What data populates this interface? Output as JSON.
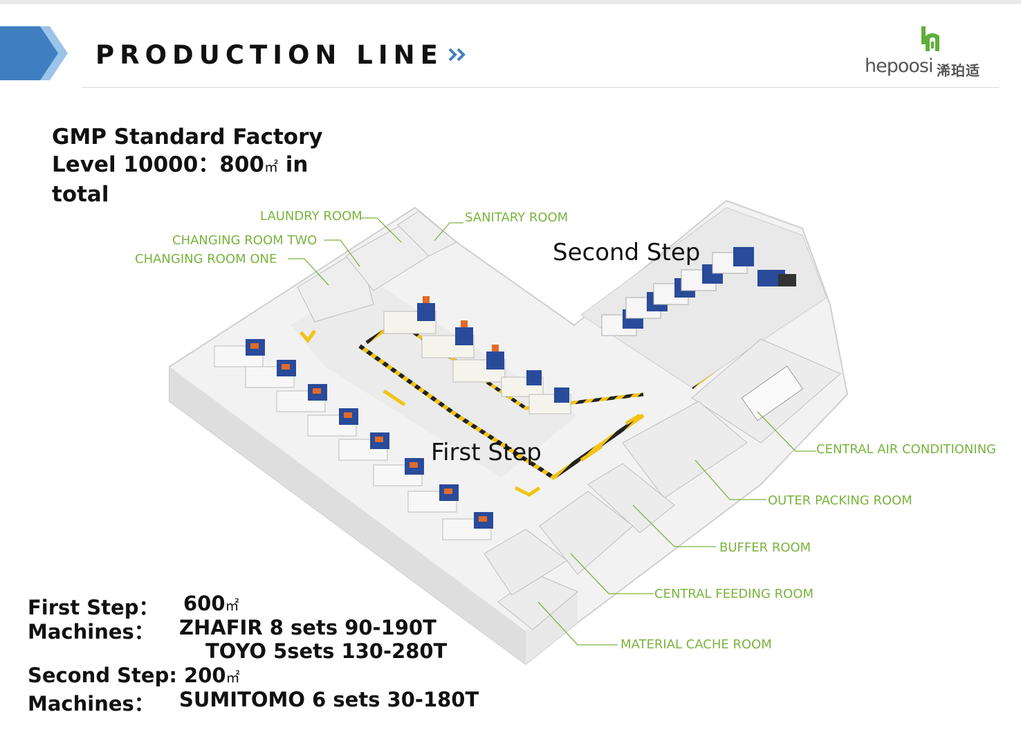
{
  "header": {
    "title": "PRODUCTION LINE",
    "logo_text": "hepoosi",
    "logo_cn": "浠珀适"
  },
  "headline": {
    "line1": "GMP Standard Factory",
    "line2_a": "Level 10000：800",
    "line2_unit": "㎡",
    "line2_b": " in",
    "line3": "total"
  },
  "rooms": {
    "laundry": "LAUNDRY ROOM",
    "sanitary": "SANITARY ROOM",
    "changing_two": "CHANGING ROOM TWO",
    "changing_one": "CHANGING ROOM ONE",
    "central_air": "CENTRAL AIR CONDITIONING",
    "outer_packing": "OUTER PACKING ROOM",
    "buffer": "BUFFER ROOM",
    "central_feeding": "CENTRAL FEEDING ROOM",
    "material_cache": "MATERIAL CACHE ROOM"
  },
  "steps": {
    "first": "First Step",
    "second": "Second Step"
  },
  "specs": {
    "first_label": "First Step：",
    "first_area": "600",
    "unit": "㎡",
    "machines_label": "Machines：",
    "machine1": "ZHAFIR  8 sets   90-190T",
    "machine2": "TOYO  5sets  130-280T",
    "second_label": "Second Step:  200",
    "machine3": "SUMITOMO  6 sets   30-180T"
  },
  "colors": {
    "accent_blue": "#3f7fc1",
    "label_green": "#7ab33e",
    "machine_blue": "#2a4a9a",
    "hazard_yellow": "#f2c314"
  }
}
